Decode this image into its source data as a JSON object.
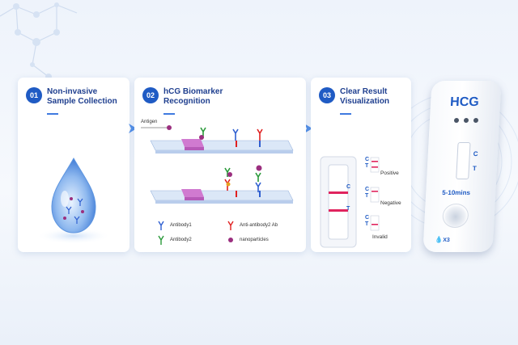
{
  "steps": [
    {
      "number": "01",
      "title": "Non-invasive\nSample Collection"
    },
    {
      "number": "02",
      "title": "hCG Biomarker\nRecognition"
    },
    {
      "number": "03",
      "title": "Clear Result\nVisualization"
    }
  ],
  "step2": {
    "antigen_label": "Antigen",
    "legend": {
      "antibody1": "Antibody1",
      "antibody2": "Antibody2",
      "anti_antibody2": "Anti-antibody2 Ab",
      "nanoparticles": "nanoparticles"
    }
  },
  "step3": {
    "c_label": "C",
    "t_label": "T",
    "results": [
      "Positive",
      "Negative",
      "Invalid"
    ]
  },
  "device": {
    "brand": "HCG",
    "c_label": "C",
    "t_label": "T",
    "time": "5-10mins",
    "drops": "X3"
  },
  "colors": {
    "accent": "#1f5bc4",
    "line_red": "#e0245e",
    "antibody1": "#2f5fd0",
    "antibody2": "#2a9a3a",
    "anti_antibody2": "#e02020",
    "nanoparticle": "#9b2f7f"
  }
}
